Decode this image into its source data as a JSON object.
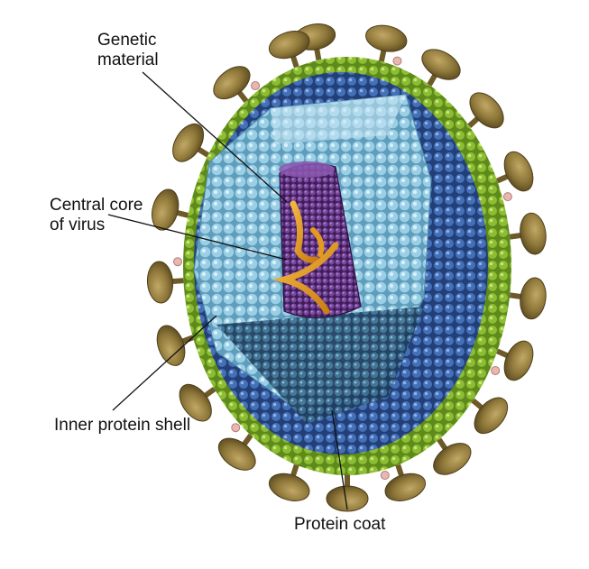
{
  "labels": {
    "genetic_material": [
      "Genetic",
      "material"
    ],
    "central_core": [
      "Central core",
      "of virus"
    ],
    "inner_protein_shell": "Inner protein shell",
    "protein_coat": "Protein coat"
  },
  "colors": {
    "background": "#ffffff",
    "outer_layer_green": "#7dab2a",
    "membrane_blue": "#3f66ad",
    "inner_shell_lightblue": "#8fc3dc",
    "core_purple": "#6b3a8c",
    "genetic_orange": "#e39a1e",
    "spike_olive": "#8a7438",
    "spike_tip_pink": "#e8b7b0",
    "leader_line": "#111111"
  }
}
